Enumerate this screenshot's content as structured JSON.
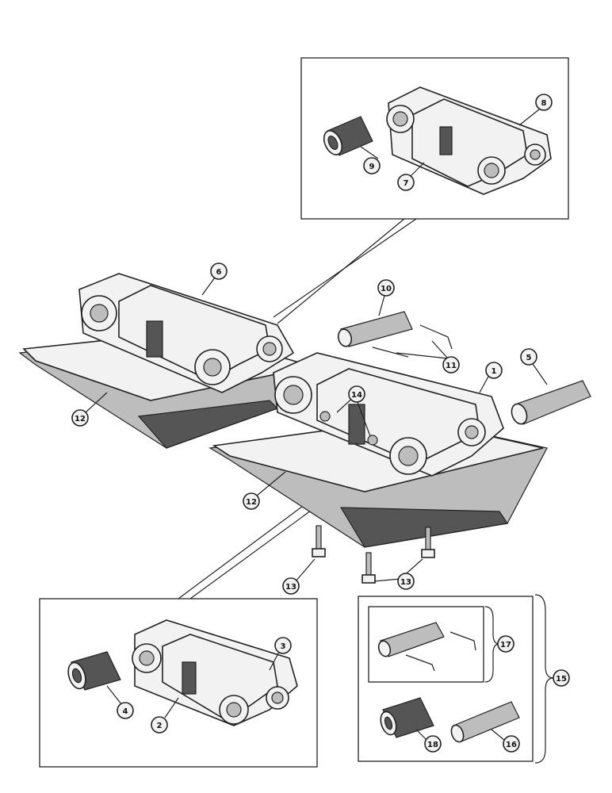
{
  "callouts": [
    {
      "id": "c1",
      "text": "1"
    },
    {
      "id": "c2",
      "text": "2"
    },
    {
      "id": "c3",
      "text": "3"
    },
    {
      "id": "c4",
      "text": "4"
    },
    {
      "id": "c5",
      "text": "5"
    },
    {
      "id": "c6",
      "text": "6"
    },
    {
      "id": "c7",
      "text": "7"
    },
    {
      "id": "c8",
      "text": "8"
    },
    {
      "id": "c9",
      "text": "9"
    },
    {
      "id": "c10",
      "text": "10"
    },
    {
      "id": "c11",
      "text": "11"
    },
    {
      "id": "c12a",
      "text": "12"
    },
    {
      "id": "c12b",
      "text": "12"
    },
    {
      "id": "c13a",
      "text": "13"
    },
    {
      "id": "c13b",
      "text": "13"
    },
    {
      "id": "c14",
      "text": "14"
    },
    {
      "id": "c15",
      "text": "15"
    },
    {
      "id": "c16",
      "text": "16"
    },
    {
      "id": "c17",
      "text": "17"
    },
    {
      "id": "c18",
      "text": "18"
    }
  ]
}
